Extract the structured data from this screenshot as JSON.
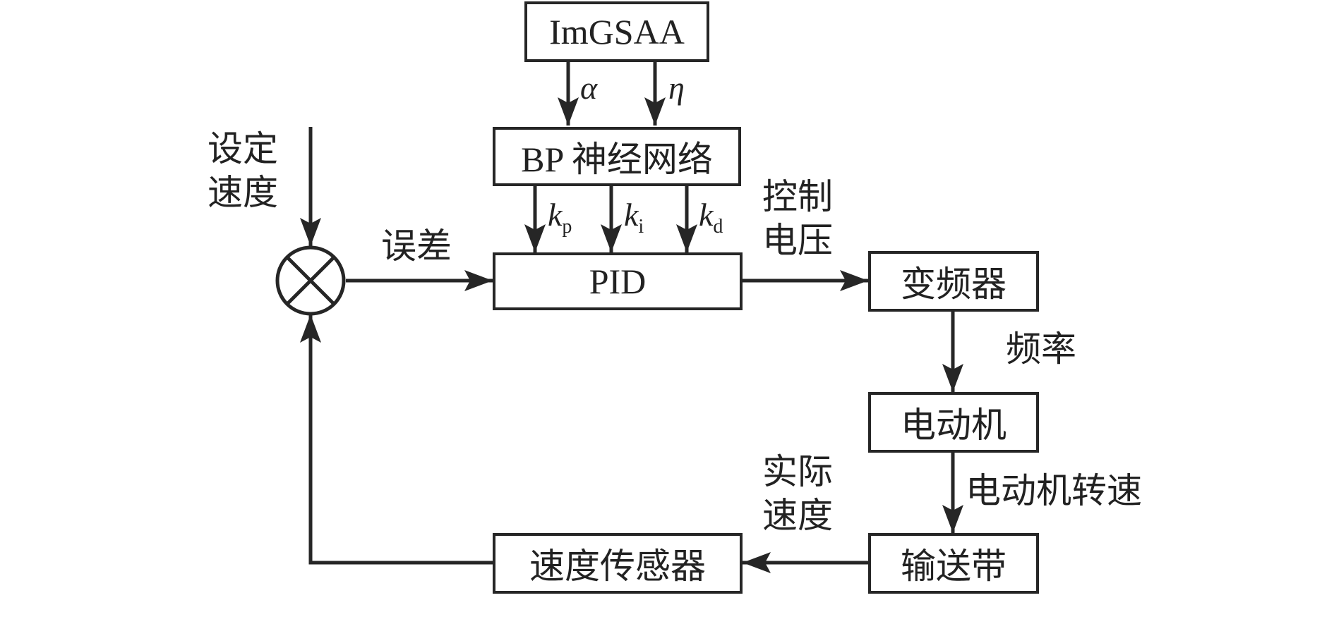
{
  "blocks": {
    "optimizer": "ImGSAA",
    "neural_net": "BP 神经网络",
    "pid": "PID",
    "inverter": "变频器",
    "motor": "电动机",
    "conveyor": "输送带",
    "speed_sensor": "速度传感器"
  },
  "signals": {
    "setpoint_line1": "设定",
    "setpoint_line2": "速度",
    "error": "误差",
    "control_voltage_line1": "控制",
    "control_voltage_line2": "电压",
    "frequency": "频率",
    "motor_speed": "电动机转速",
    "actual_speed_line1": "实际",
    "actual_speed_line2": "速度"
  },
  "parameters": {
    "alpha": "α",
    "eta": "η",
    "kp_base": "k",
    "kp_sub": "p",
    "ki_base": "k",
    "ki_sub": "i",
    "kd_base": "k",
    "kd_sub": "d"
  },
  "colors": {
    "line": "#262626",
    "text": "#222222",
    "background": "#ffffff"
  }
}
